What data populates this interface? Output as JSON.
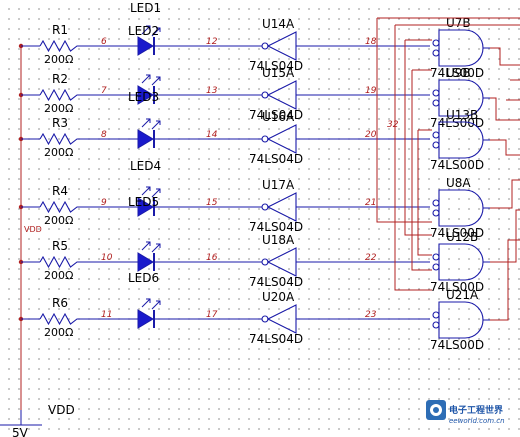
{
  "resistors": [
    {
      "ref": "R1",
      "value": "200Ω",
      "net": "6"
    },
    {
      "ref": "R2",
      "value": "200Ω",
      "net": "7"
    },
    {
      "ref": "R3",
      "value": "200Ω",
      "net": "8"
    },
    {
      "ref": "R4",
      "value": "200Ω",
      "net": "9"
    },
    {
      "ref": "R5",
      "value": "200Ω",
      "net": "10"
    },
    {
      "ref": "R6",
      "value": "200Ω",
      "net": "11"
    }
  ],
  "leds": [
    "LED1",
    "LED2",
    "LED3",
    "LED4",
    "LED5",
    "LED6"
  ],
  "led_nets": [
    "12",
    "13",
    "14",
    "15",
    "16",
    "17"
  ],
  "inverters": [
    {
      "ref": "U14A",
      "type": "74LS04D"
    },
    {
      "ref": "U15A",
      "type": "74LS04D"
    },
    {
      "ref": "U16A",
      "type": "74LS04D"
    },
    {
      "ref": "U17A",
      "type": "74LS04D"
    },
    {
      "ref": "U18A",
      "type": "74LS04D"
    },
    {
      "ref": "U20A",
      "type": "74LS04D"
    }
  ],
  "inverter_nets": [
    "18",
    "19",
    "20",
    "21",
    "22",
    "23"
  ],
  "nand_gates": [
    {
      "ref": "U7B",
      "type": "74LS00D"
    },
    {
      "ref": "U9B",
      "type": "74LS00D"
    },
    {
      "ref": "U13B",
      "type": "74LS00D"
    },
    {
      "ref": "U8A",
      "type": "74LS00D"
    },
    {
      "ref": "U12B",
      "type": "74LS00D"
    },
    {
      "ref": "U21A",
      "type": "74LS00D"
    }
  ],
  "extra_net": "32",
  "power": {
    "rail_label": "VDD",
    "supply_label": "VDD",
    "supply_voltage": "5V"
  },
  "watermark": {
    "title": "电子工程世界",
    "url": "eeworld.com.cn",
    "logo_icon": "eeworld-logo-icon"
  }
}
